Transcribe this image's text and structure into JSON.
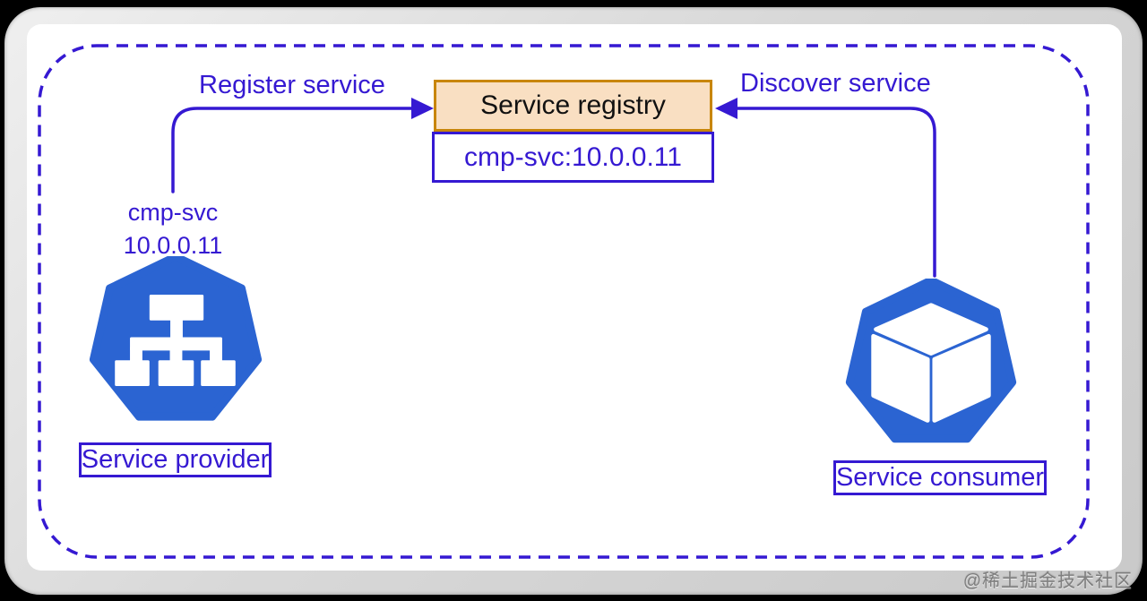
{
  "diagram": {
    "boundary": {
      "style": "dashed-rounded-rect"
    },
    "registry": {
      "title": "Service registry",
      "entry": "cmp-svc:10.0.0.11"
    },
    "arrows": {
      "register_label": "Register service",
      "discover_label": "Discover service"
    },
    "provider": {
      "service_name": "cmp-svc",
      "service_ip": "10.0.0.11",
      "label": "Service provider",
      "icon": "kubernetes-service-tree-icon"
    },
    "consumer": {
      "label": "Service consumer",
      "icon": "kubernetes-pod-cube-icon"
    },
    "watermark": "@稀土掘金技术社区",
    "colors": {
      "accent_blue": "#3519D2",
      "node_blue": "#2B64D2",
      "registry_fill": "#F9DFC2",
      "registry_border": "#C8860B",
      "canvas": "#FFFFFF",
      "frame_gray": "#D9D9D9",
      "background": "#000000"
    }
  }
}
